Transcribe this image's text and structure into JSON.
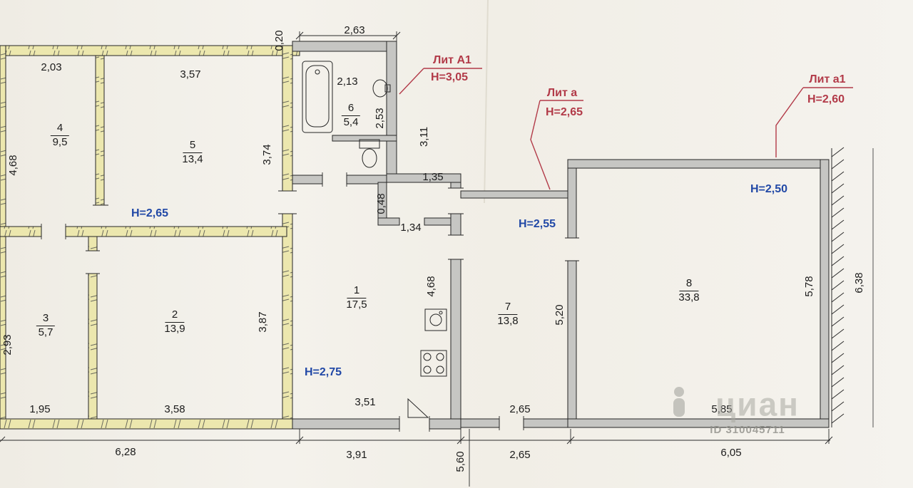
{
  "legend": {
    "main": {
      "label": "Лит  А1",
      "height": "H=3,05"
    },
    "annex_a": {
      "label": "Лит а",
      "height": "H=2,65"
    },
    "annex_a1": {
      "label": "Лит а1",
      "height": "H=2,60"
    }
  },
  "rooms": [
    {
      "number": "1",
      "area": "17,5"
    },
    {
      "number": "2",
      "area": "13,9"
    },
    {
      "number": "3",
      "area": "5,7"
    },
    {
      "number": "4",
      "area": "9,5"
    },
    {
      "number": "5",
      "area": "13,4"
    },
    {
      "number": "6",
      "area": "5,4"
    },
    {
      "number": "7",
      "area": "13,8"
    },
    {
      "number": "8",
      "area": "33,8"
    }
  ],
  "ceiling_heights": {
    "left_wing": "H=2,65",
    "kitchen": "H=2,75",
    "annex_a": "H=2,55",
    "annex_a1": "H=2,50"
  },
  "dimensions": {
    "d2_03": "2,03",
    "d3_57": "3,57",
    "d0_20": "0,20",
    "d2_63": "2,63",
    "d2_13": "2,13",
    "d2_53": "2,53",
    "d3_11": "3,11",
    "d4_68_left": "4,68",
    "d3_74": "3,74",
    "d1_35": "1,35",
    "d0_48": "0,48",
    "d1_34": "1,34",
    "d4_68_kitchen": "4,68",
    "d3_87": "3,87",
    "d2_93": "2,93",
    "d1_95": "1,95",
    "d3_58": "3,58",
    "d3_51": "3,51",
    "d6_28": "6,28",
    "d3_91": "3,91",
    "d5_60": "5,60",
    "d2_65_a": "2,65",
    "d2_65_b": "2,65",
    "d5_20": "5,20",
    "d5_85": "5,85",
    "d6_05": "6,05",
    "d5_78": "5,78",
    "d6_38": "6,38"
  },
  "watermark": {
    "brand": "циан",
    "listing_id": "ID 310045711"
  },
  "colors": {
    "wall_brick": "#ece7ae",
    "wall_gray": "#c6c6c3",
    "blue": "#2148a6",
    "red": "#b23a48"
  }
}
